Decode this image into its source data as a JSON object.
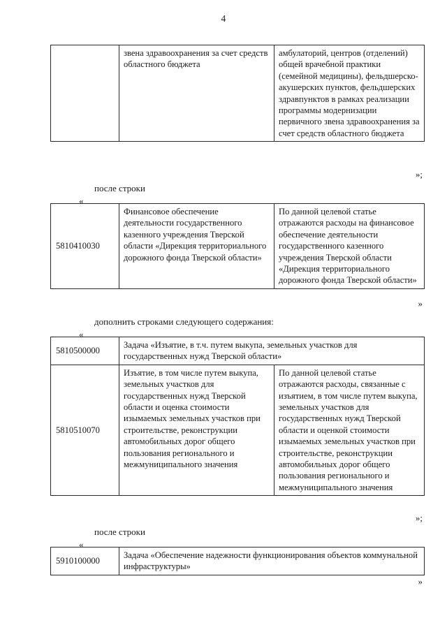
{
  "page": {
    "number": "4"
  },
  "table_1": {
    "rows": [
      {
        "code": "",
        "middle": "звена здравоохранения за счет средств областного бюджета",
        "right": "амбулаторий, центров (отделений) общей врачебной практики (семейной медицины), фельдшерско-акушерских пунктов, фельдшерских здравпунктов в рамках реализации программы модернизации первичного звена здравоохранения за счет средств областного бюджета"
      }
    ],
    "closing_mark": "»;"
  },
  "paragraph_after_1": "после строки",
  "opening_mark_2": "«",
  "table_2": {
    "rows": [
      {
        "code": "5810410030",
        "middle": "Финансовое обеспечение деятельности государственного казенного учреждения Тверской области «Дирекция территориального дорожного фонда Тверской области»",
        "right": "По данной целевой статье отражаются расходы на финансовое обеспечение деятельности государственного казенного учреждения Тверской области «Дирекция территориального дорожного фонда Тверской области»"
      }
    ],
    "closing_mark": "»"
  },
  "paragraph_add": "дополнить строками следующего содержания:",
  "opening_mark_3": "«",
  "table_3": {
    "rows": [
      {
        "code": "5810500000",
        "spanned_text": "Задача «Изъятие, в т.ч. путем выкупа, земельных участков для государственных нужд Тверской области»"
      },
      {
        "code": "5810510070",
        "middle": "Изъятие, в том числе путем выкупа, земельных участков для государственных нужд Тверской области и оценка стоимости изымаемых земельных участков при строительстве, реконструкции автомобильных дорог общего пользования регионального и межмуниципального значения",
        "right": "По данной целевой статье отражаются расходы, связанные с изъятием, в том числе путем выкупа, земельных участков для государственных нужд Тверской области и оценкой стоимости изымаемых земельных участков при строительстве, реконструкции автомобильных дорог общего пользования регионального и межмуниципального значения"
      }
    ],
    "closing_mark": "»;"
  },
  "paragraph_after_2": "после строки",
  "opening_mark_4": "«",
  "table_4": {
    "rows": [
      {
        "code": "5910100000",
        "spanned_text": "Задача «Обеспечение надежности функционирования объектов коммунальной инфраструктуры»"
      }
    ],
    "closing_mark": "»"
  }
}
